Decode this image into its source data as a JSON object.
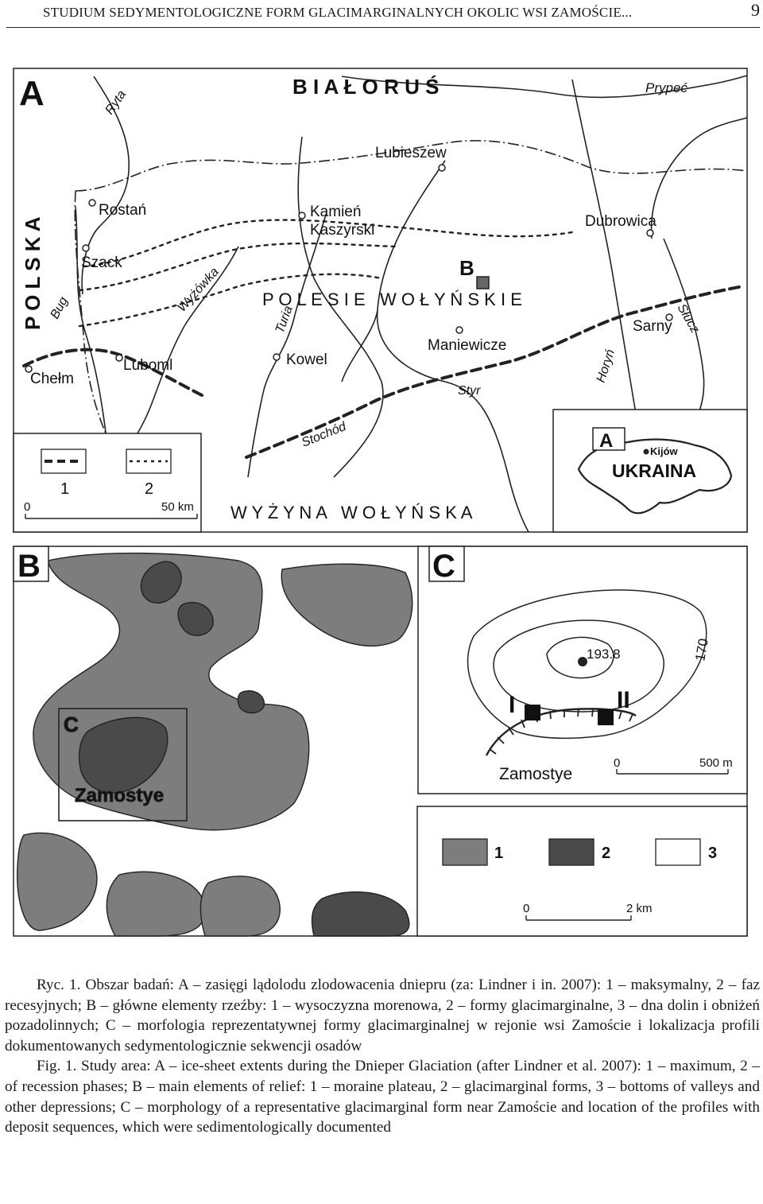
{
  "header": {
    "running_title": "STUDIUM SEDYMENTOLOGICZNE FORM GLACIMARGINALNYCH OKOLIC WSI ZAMOŚCIE...",
    "page_number": "9"
  },
  "map_a": {
    "panel_letter": "A",
    "country_north": "B I A Ł O R U Ś",
    "country_west": "P O L S K A",
    "region_center": "P O L E S I E   W O Ł Y Ń S K I E",
    "region_south": "W Y Ż Y N A   W O Ł Y Ń S K A",
    "places": {
      "rostan": "Rostań",
      "szack": "Szack",
      "chelm": "Chełm",
      "luboml": "Luboml",
      "kowel": "Kowel",
      "kamien_1": "Kamień",
      "kamien_2": "Kaszyrski",
      "lubieszew": "Lubieszew",
      "maniewicze": "Maniewicze",
      "dubrowica": "Dubrowica",
      "sarny": "Sarny"
    },
    "rivers": {
      "ryta": "Ryta",
      "bug": "Bug",
      "wyzowka": "Wyżówka",
      "turia": "Turia",
      "stochod": "Stochód",
      "styr": "Styr",
      "horyn": "Horyń",
      "slucz": "Słucz",
      "prypec": "Prypeć"
    },
    "site_marker": "B",
    "legend": {
      "item_1": "1",
      "item_2": "2"
    },
    "scale": {
      "zero": "0",
      "end": "50 km"
    },
    "inset": {
      "letter": "A",
      "capital": "Kijów",
      "country": "UKRAINA"
    }
  },
  "map_b": {
    "panel_letter": "B",
    "inset_letter": "C",
    "place": "Zamostye",
    "legend": {
      "item_1": "1",
      "item_2": "2",
      "item_3": "3"
    },
    "scale": {
      "zero": "0",
      "end": "2 km"
    },
    "colors": {
      "moraine_plateau": "#7d7d7d",
      "glacimarginal_forms": "#4a4a4a",
      "valleys": "#ffffff"
    }
  },
  "map_c": {
    "panel_letter": "C",
    "elevation_peak": "193.8",
    "contour_label": "170",
    "profile_1": "I",
    "profile_2": "II",
    "place": "Zamostye",
    "scale": {
      "zero": "0",
      "end": "500 m"
    }
  },
  "caption": {
    "pl": "Ryc. 1. Obszar badań: A – zasięgi lądolodu zlodowacenia dniepru (za: Lindner i in. 2007): 1 – maksymalny, 2 – faz recesyjnych; B – główne elementy rzeźby: 1 – wysoczyzna morenowa, 2 – formy glacimarginalne, 3 – dna dolin i obniżeń pozadolinnych; C – morfologia reprezentatywnej formy glacimarginalnej w rejonie wsi Zamoście i lokalizacja profili dokumentowanych sedymentologicznie sekwencji osadów",
    "en": "Fig. 1. Study area: A – ice-sheet extents during the Dnieper Glaciation (after Lindner et al. 2007): 1 – maximum, 2 – of recession phases; B – main elements of relief: 1 – moraine plateau, 2 – glacimarginal forms, 3 – bottoms of valleys and other depressions; C – morphology of a representative glacimarginal form near Zamoście and location of the profiles with deposit sequences, which were sedimentologically documented"
  }
}
